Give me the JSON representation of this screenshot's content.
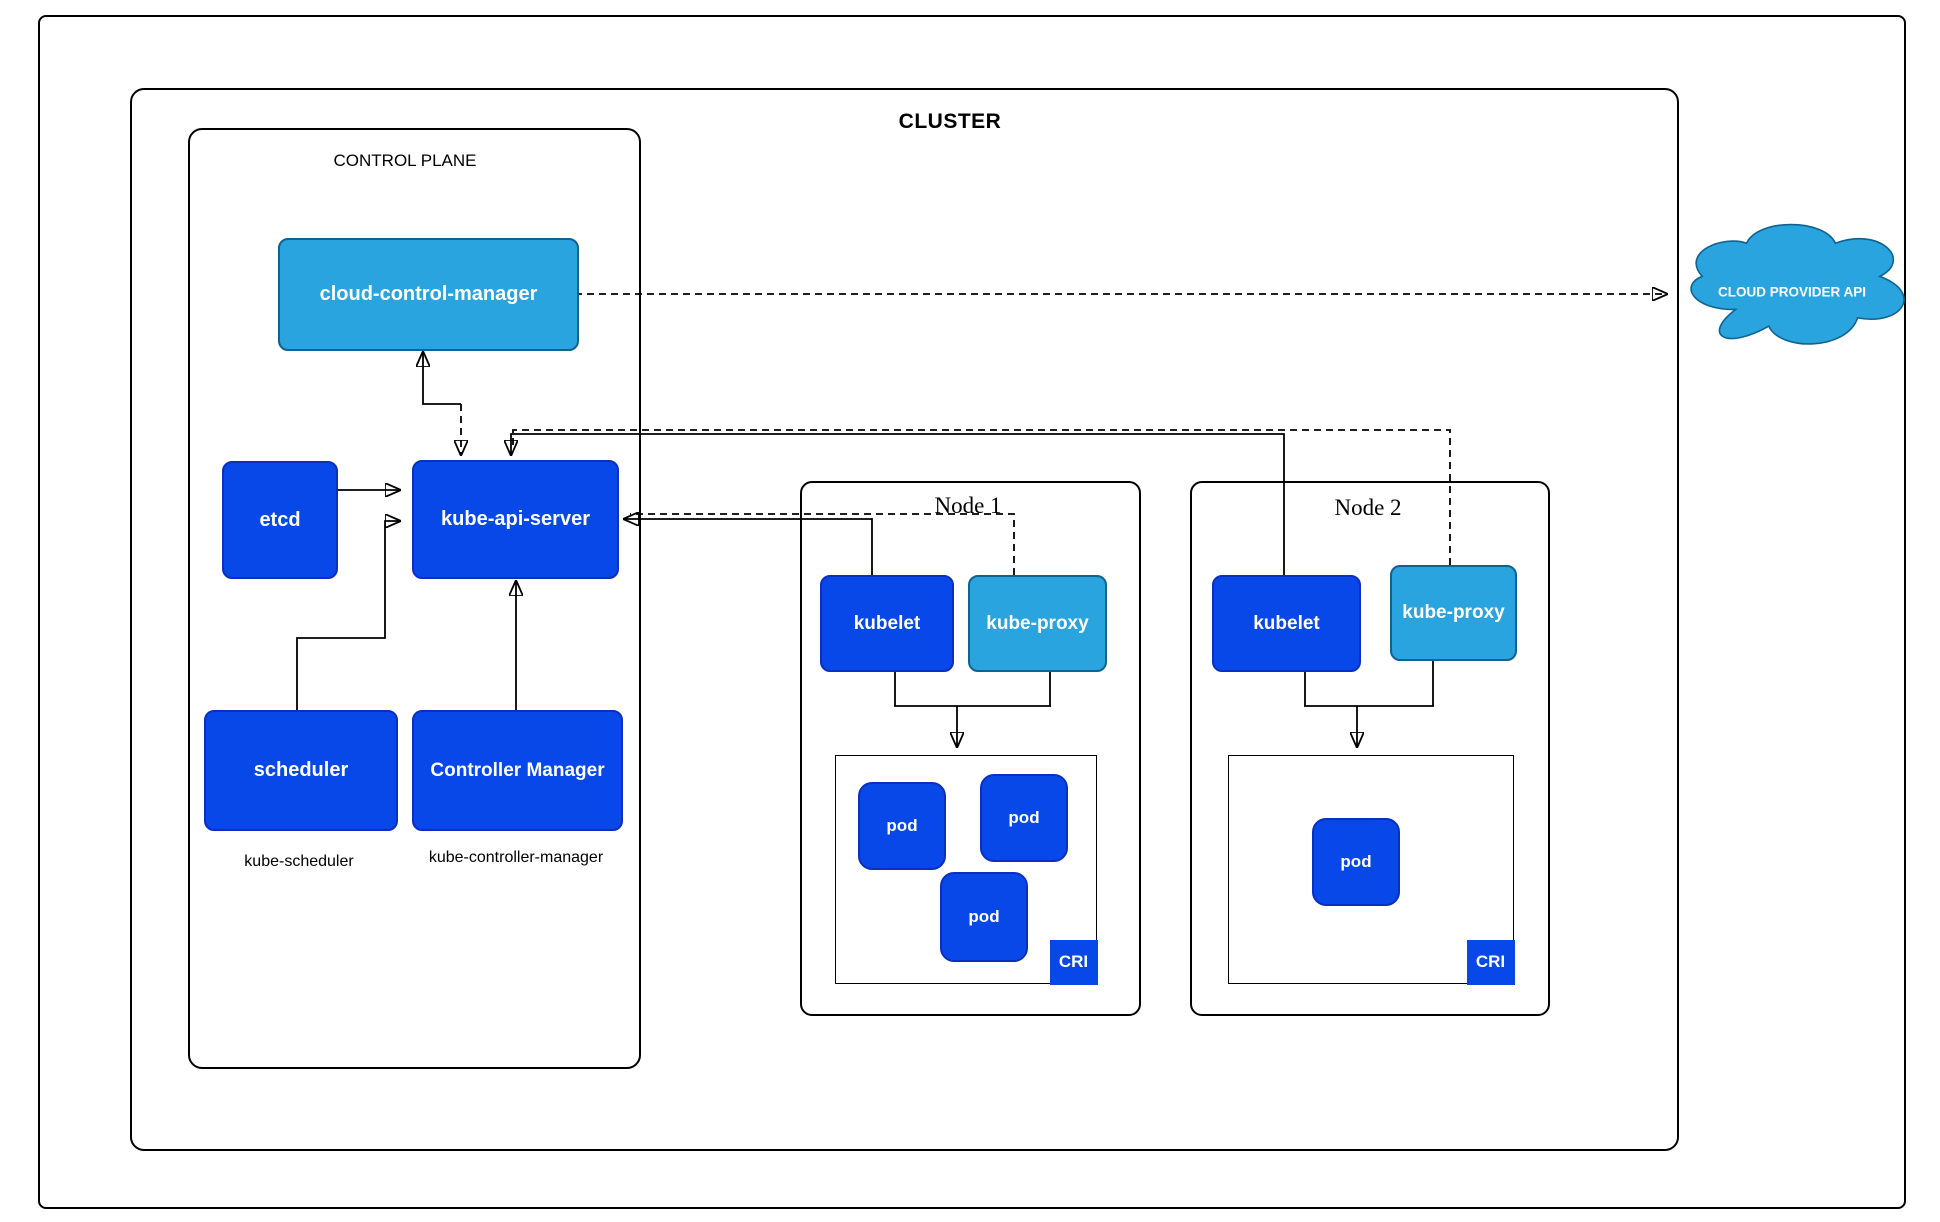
{
  "diagram": {
    "cluster": {
      "label": "CLUSTER"
    },
    "control_plane": {
      "label": "CONTROL PLANE",
      "cloud_control_manager": "cloud-control-manager",
      "etcd": "etcd",
      "kube_api_server": "kube-api-server",
      "scheduler": "scheduler",
      "scheduler_caption": "kube-scheduler",
      "controller_manager": "Controller Manager",
      "controller_manager_caption": "kube-controller-manager"
    },
    "nodes": [
      {
        "label": "Node 1",
        "kubelet": "kubelet",
        "kube_proxy": "kube-proxy",
        "cri": "CRI",
        "pods": [
          "pod",
          "pod",
          "pod"
        ]
      },
      {
        "label": "Node 2",
        "kubelet": "kubelet",
        "kube_proxy": "kube-proxy",
        "cri": "CRI",
        "pods": [
          "pod"
        ]
      }
    ],
    "cloud_provider": {
      "label": "CLOUD PROVIDER API"
    },
    "colors": {
      "dark_blue_fill": "#0848E8",
      "dark_blue_stroke": "#0B2FBF",
      "light_blue_fill": "#29A4DE",
      "light_blue_stroke": "#10628F",
      "line": "#000000"
    }
  }
}
